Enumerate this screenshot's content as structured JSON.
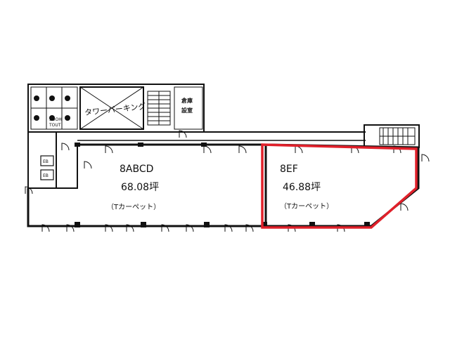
{
  "colors": {
    "wall": "#111111",
    "highlight": "#e0202a",
    "background": "#ffffff"
  },
  "units": [
    {
      "id": "8abcd",
      "name": "8ABCD",
      "area": "68.08坪",
      "note": "（Tカーペット）",
      "highlighted": false
    },
    {
      "id": "8ef",
      "name": "8EF",
      "area": "46.88坪",
      "note": "（Tカーペット）",
      "highlighted": true
    }
  ],
  "core": {
    "parking_label": "タワーパーキング",
    "storage_label_1": "倉庫",
    "storage_label_2": "設室",
    "shower_label": "SOOH",
    "shower_label_2": "TOUT",
    "eb_label_1": "EB",
    "eb_label_2": "EB"
  },
  "icons": [
    "elevator-icon",
    "door-swing-icon",
    "stair-icon",
    "toilet-icon",
    "column-icon"
  ]
}
